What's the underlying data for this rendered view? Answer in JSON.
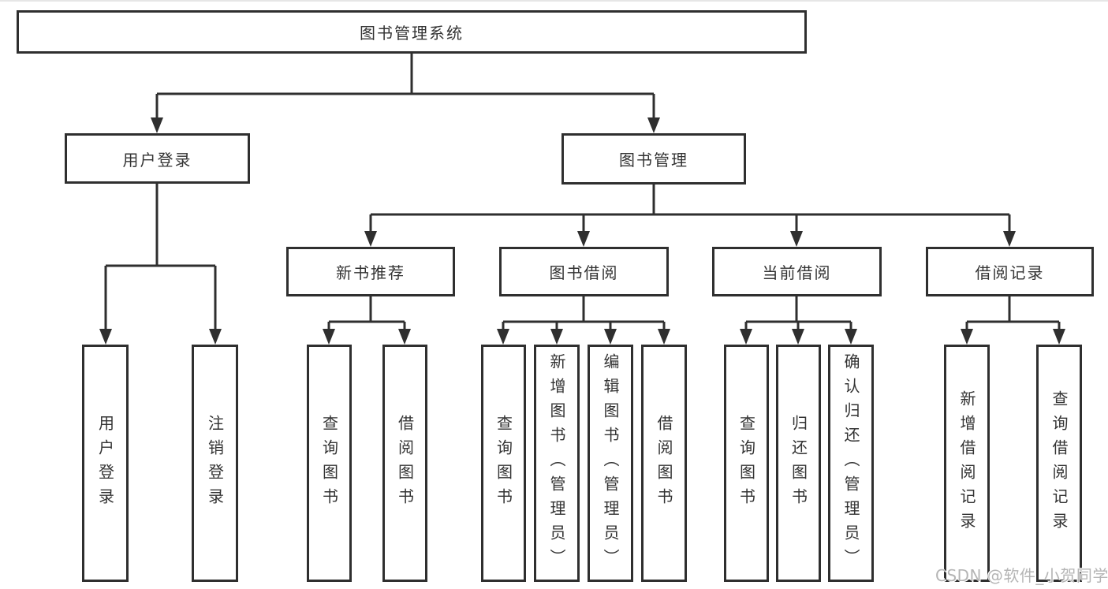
{
  "diagram_title": "图书管理系统",
  "nodes": {
    "root": "图书管理系统",
    "level2": [
      "用户登录",
      "图书管理"
    ],
    "level3": [
      "新书推荐",
      "图书借阅",
      "当前借阅",
      "借阅记录"
    ],
    "leaves": {
      "user_login": [
        "用户登录",
        "注销登录"
      ],
      "new_book_recommend": [
        "查询图书",
        "借阅图书"
      ],
      "book_borrow": [
        "查询图书",
        "新增图书（管理员）",
        "编辑图书（管理员）",
        "借阅图书"
      ],
      "current_borrow": [
        "查询图书",
        "归还图书",
        "确认归还（管理员）"
      ],
      "borrow_records": [
        "新增借阅记录",
        "查询借阅记录"
      ]
    }
  },
  "watermark": "CSDN @软件_小贺同学",
  "colors": {
    "line": "#2f2f2f",
    "text": "#333333",
    "background": "#ffffff",
    "watermark": "#b5b5b5"
  }
}
